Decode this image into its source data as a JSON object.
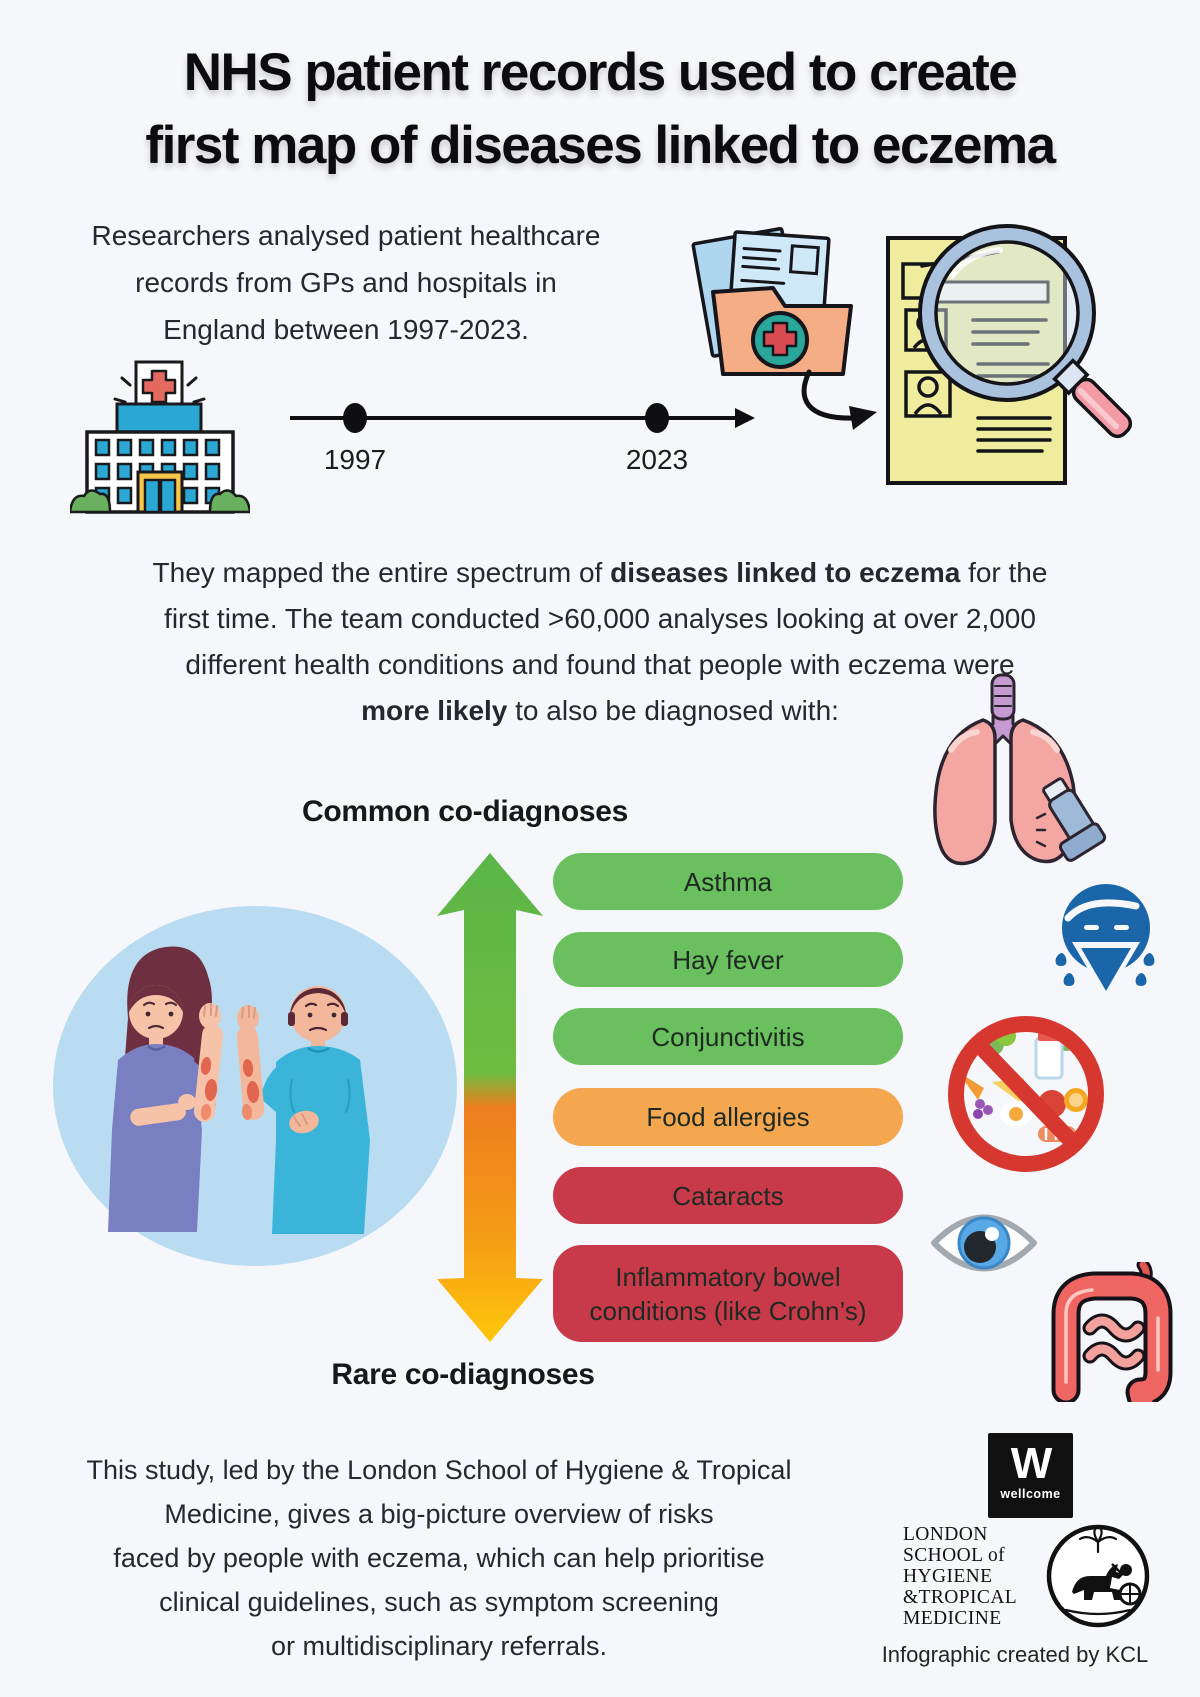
{
  "title": {
    "line1": "NHS patient records used to create",
    "line2": "first map of diseases linked to eczema"
  },
  "intro": {
    "text": "Researchers analysed patient healthcare\nrecords from GPs and hospitals in\nEngland between 1997-2023."
  },
  "timeline": {
    "start_year": "1997",
    "end_year": "2023"
  },
  "mapping": {
    "seg1": "They mapped the entire spectrum of ",
    "bold1": "diseases linked to eczema",
    "seg2": " for the\nfirst time. The team conducted >60,000 analyses looking at over 2,000\ndifferent health conditions and found that people with eczema were\n",
    "bold2": "more likely",
    "seg3": " to also be diagnosed with:"
  },
  "diagram": {
    "common_label": "Common co-diagnoses",
    "rare_label": "Rare co-diagnoses",
    "pills": [
      {
        "label": "Asthma",
        "color": "#6abf5e"
      },
      {
        "label": "Hay fever",
        "color": "#6abf5e"
      },
      {
        "label": "Conjunctivitis",
        "color": "#6abf5e"
      },
      {
        "label": "Food allergies",
        "color": "#f5a750"
      },
      {
        "label": "Cataracts",
        "color": "#c8394a"
      },
      {
        "label": "Inflammatory bowel\nconditions (like Crohn’s)",
        "color": "#c8394a"
      }
    ],
    "arrow_colors": {
      "top": "#5ab549",
      "mid": "#ee7d1e",
      "bottom": "#fec70b"
    }
  },
  "icons": {
    "top_row": [
      "hospital-icon",
      "timeline-arrow-icon",
      "records-folder-icon",
      "magnifier-document-icon"
    ],
    "left": [
      "eczema-patients-illustration"
    ],
    "right_column": [
      "lungs-inhaler-icon",
      "sneezing-person-icon",
      "food-allergy-prohibited-icon",
      "eye-icon",
      "intestines-icon"
    ]
  },
  "footer": {
    "text": "This study, led by the London School of Hygiene & Tropical\nMedicine, gives a big-picture overview of risks\nfaced by people with eczema, which can help prioritise\nclinical guidelines, such as symptom screening\nor multidisciplinary referrals."
  },
  "logos": {
    "wellcome_w": "W",
    "wellcome_label": "wellcome",
    "lshtm_text": "LONDON\nSCHOOL of\nHYGIENE\n&TROPICAL\nMEDICINE",
    "credit": "Infographic created by KCL"
  }
}
